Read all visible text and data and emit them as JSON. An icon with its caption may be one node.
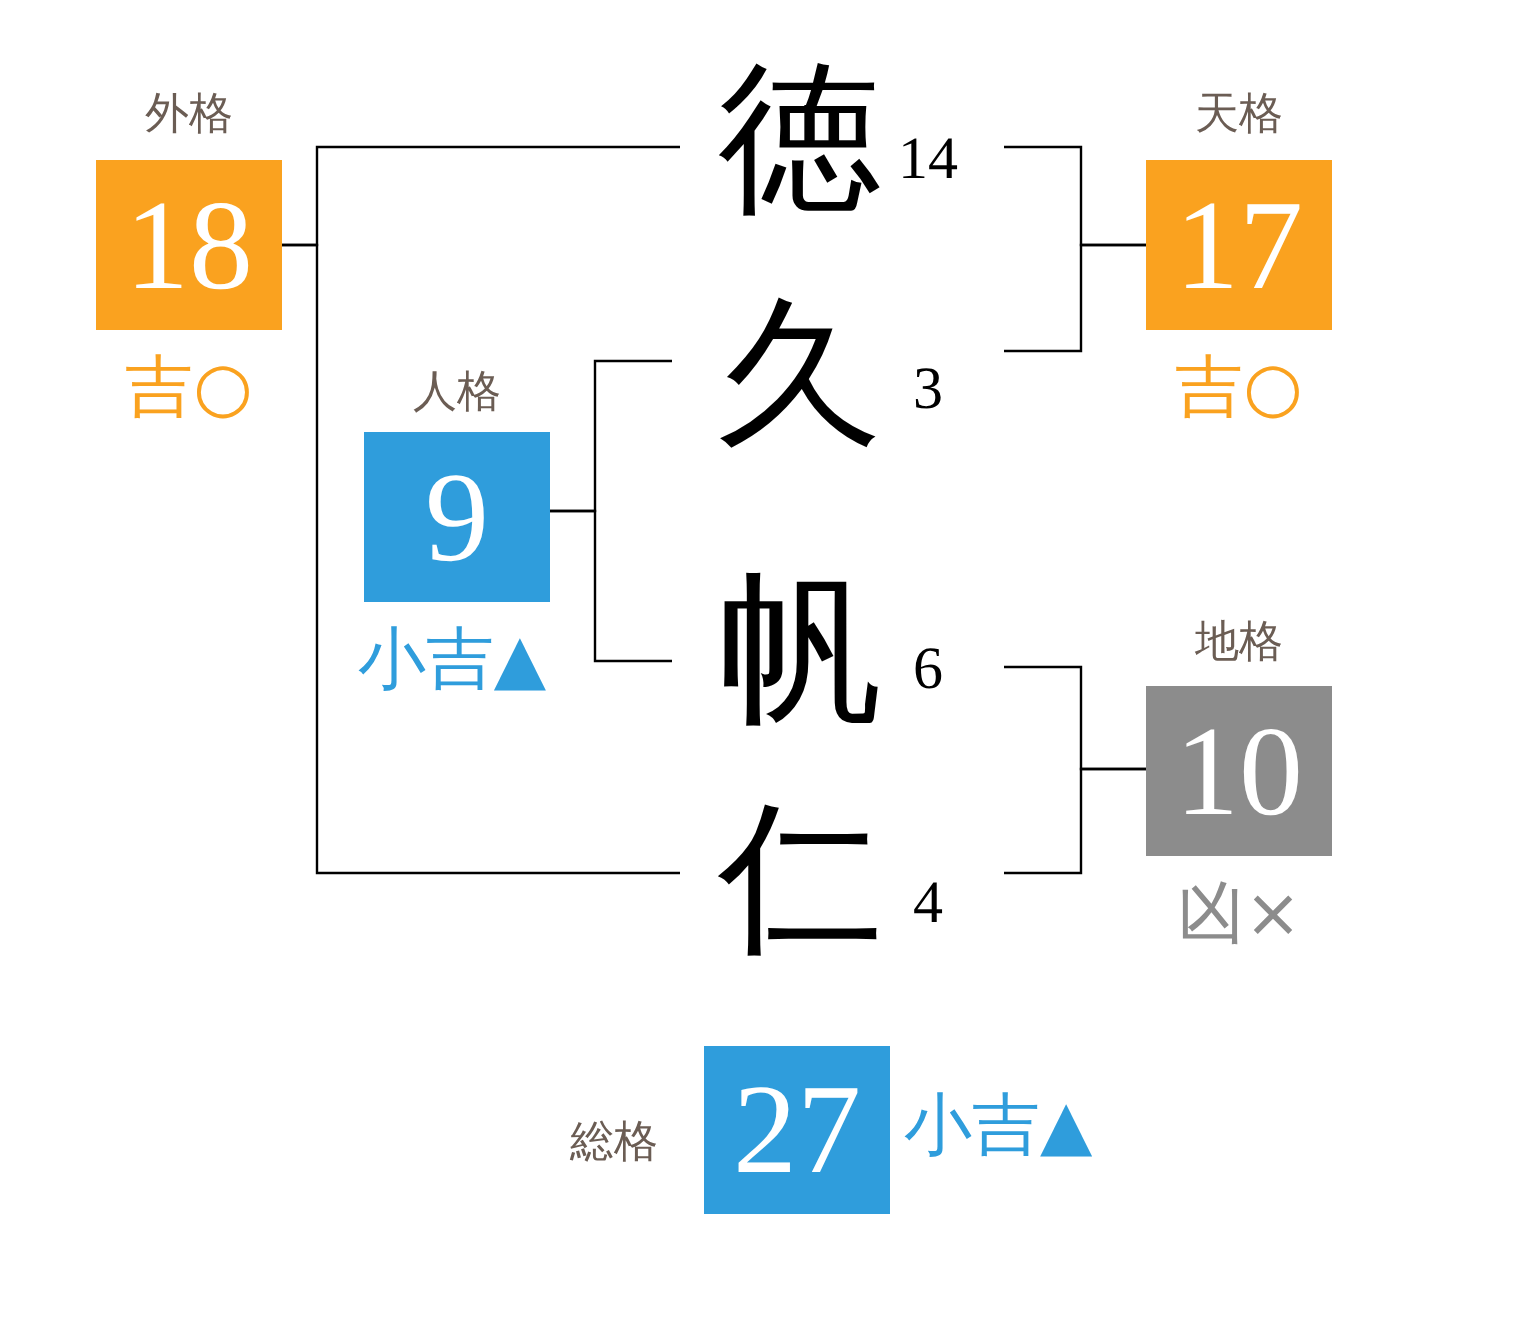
{
  "diagram": {
    "nodes": [
      {
        "text": [
          "外格",
          "18"
        ],
        "beside": [
          "吉○"
        ]
      },
      {
        "text": [
          "徳"
        ],
        "beside": [
          "14"
        ]
      },
      {
        "text": [
          "天格",
          "17"
        ],
        "beside": [
          "吉○"
        ]
      },
      {
        "text": [
          "久"
        ],
        "beside": [
          "3"
        ]
      },
      {
        "text": [
          "人格",
          "9"
        ],
        "beside": [
          "小吉▲"
        ]
      },
      {
        "text": [
          "帆"
        ],
        "beside": [
          "6"
        ]
      },
      {
        "text": [
          "地格",
          "10"
        ],
        "beside": [
          "凶×"
        ]
      },
      {
        "text": [
          "仁"
        ],
        "beside": [
          "4"
        ]
      },
      {
        "text": [
          "総格",
          "27"
        ],
        "beside": [
          "小吉▲"
        ]
      }
    ],
    "edges": [
      {
        "from": 0,
        "to": 1,
        "arrow": "none"
      },
      {
        "from": 0,
        "to": 7,
        "arrow": "none"
      },
      {
        "from": 1,
        "to": 2,
        "arrow": "none"
      },
      {
        "from": 3,
        "to": 2,
        "arrow": "none"
      },
      {
        "from": 4,
        "to": 3,
        "arrow": "none"
      },
      {
        "from": 4,
        "to": 5,
        "arrow": "none"
      },
      {
        "from": 5,
        "to": 6,
        "arrow": "none"
      },
      {
        "from": 7,
        "to": 6,
        "arrow": "none"
      }
    ]
  }
}
